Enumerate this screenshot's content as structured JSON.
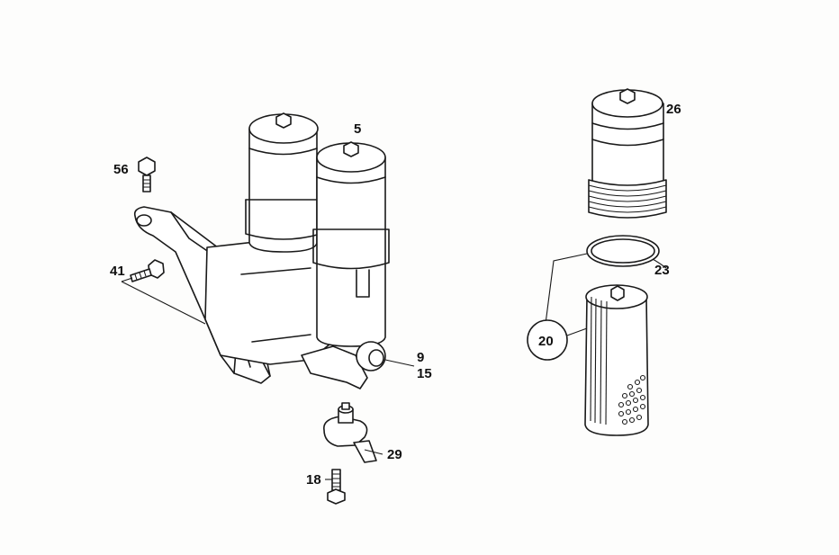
{
  "labels": {
    "p5": "5",
    "p9": "9",
    "p15": "15",
    "p18": "18",
    "p20": "20",
    "p23": "23",
    "p26": "26",
    "p29": "29",
    "p41": "41",
    "p56": "56"
  },
  "colors": {
    "ink": "#1a1a1a",
    "paper": "#fdfdfc"
  }
}
